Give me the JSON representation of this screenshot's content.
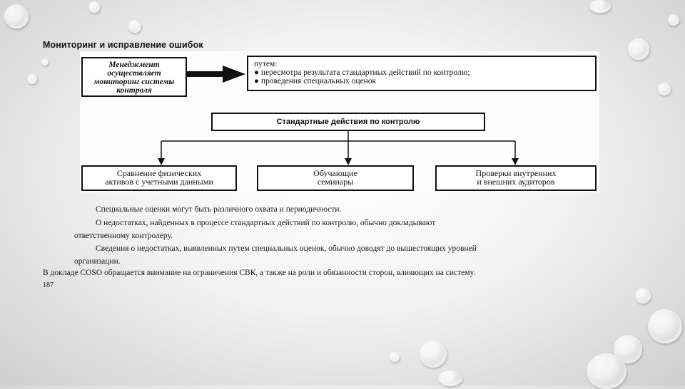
{
  "document": {
    "title": "Мониторинг и исправление ошибок"
  },
  "diagram": {
    "management_box": [
      "Менеджмент",
      "осуществляет",
      "мониторинг системы",
      "контроля"
    ],
    "methods_box": {
      "intro": "путем:",
      "items": [
        "пересмотра результата стандартных действий по контролю;",
        "проведения специальных оценок"
      ]
    },
    "standard_actions": "Стандартные действия по контролю",
    "outcomes": [
      [
        "Сравнение физических",
        "активов с учетными данными"
      ],
      [
        "Обучающие",
        "семинары"
      ],
      [
        "Проверки внутренних",
        "и внешних аудиторов"
      ]
    ]
  },
  "paragraphs": {
    "p1": "Специальные оценки могут быть различного охвата и периодичности.",
    "p2_line1": "О недостатках, найденных в процессе стандартных действий по контролю, обычно докладывают",
    "p2_line2": "ответственному контролеру.",
    "p3_line1": "Сведения о недостатках, выявленных путем специальных оценок, обычно доводят до вышестоящих уровней",
    "p3_line2": "организации.",
    "p4": "В докладе COSO обращается внимание на ограничения СВК, а также на роли и обязанности сторон, влияющих на систему.",
    "page_number": "187"
  }
}
